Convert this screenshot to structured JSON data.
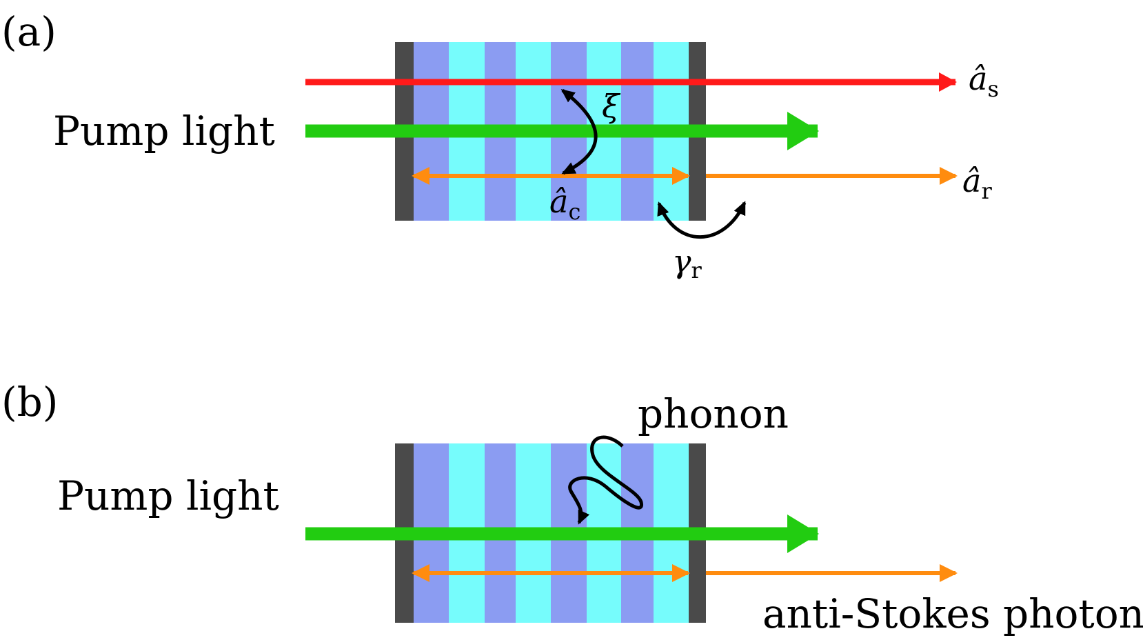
{
  "panels": {
    "a": {
      "tag": "(a)",
      "pump_label": "Pump light",
      "signal_label": {
        "main": "â",
        "sub": "s"
      },
      "cavity_label": {
        "main": "â",
        "sub": "c"
      },
      "reflect_label": {
        "main": "â",
        "sub": "r"
      },
      "coupling_label": "ξ",
      "loss_label": {
        "main": "γ",
        "sub": "r"
      }
    },
    "b": {
      "tag": "(b)",
      "pump_label": "Pump light",
      "phonon_label": "phonon",
      "output_label": "anti-Stokes photon"
    }
  },
  "colors": {
    "mirror": "#4a4a4a",
    "layer_dark": "#8b9cf2",
    "layer_light": "#76fcfc",
    "signal": "#ff1a1a",
    "pump": "#22cc11",
    "cavity_mode": "#ff8c0f",
    "annotation": "#000000"
  }
}
